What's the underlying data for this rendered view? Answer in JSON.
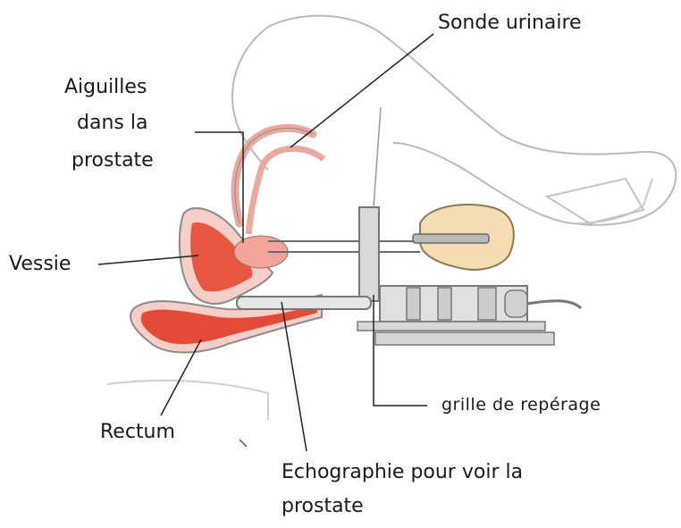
{
  "labels": {
    "sonde": "Sonde urinaire",
    "aiguilles_line1": "Aiguilles",
    "aiguilles_line2": "dans la",
    "aiguilles_line3": "prostate",
    "vessie": "Vessie",
    "rectum": "Rectum",
    "grille": "grille de repérage",
    "echo_line1": "Echographie pour voir la",
    "echo_line2": "prostate"
  },
  "colors": {
    "bladder": "#e8573f",
    "rectum": "#e24b38",
    "prostate": "#f2a59a",
    "tissue": "#f5cfc7",
    "outline": "#8a8a8a",
    "device": "#d9d9d9"
  }
}
